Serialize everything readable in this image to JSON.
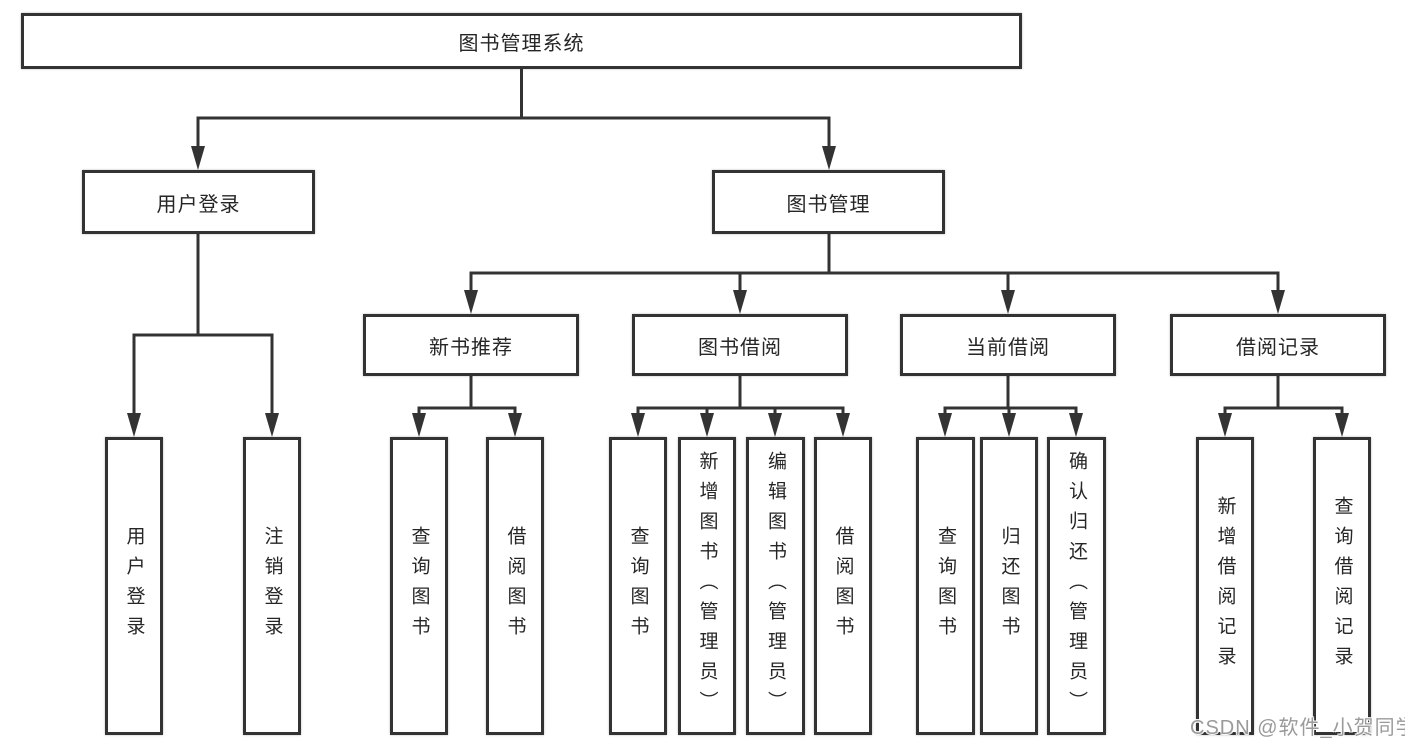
{
  "watermark": "CSDN @软件_小贺同学",
  "colors": {
    "line": "#333333",
    "box_border": "#333333",
    "text": "#262626",
    "watermark": "#9a9a9a",
    "background": "#ffffff"
  },
  "nodes": {
    "root": {
      "label": "图书管理系统"
    },
    "user_login": {
      "label": "用户登录"
    },
    "book_management": {
      "label": "图书管理"
    },
    "new_book_recommend": {
      "label": "新书推荐"
    },
    "book_borrow": {
      "label": "图书借阅"
    },
    "current_borrow": {
      "label": "当前借阅"
    },
    "borrow_records": {
      "label": "借阅记录"
    },
    "leaf_user_login": {
      "label": "用户登录"
    },
    "leaf_logout": {
      "label": "注销登录"
    },
    "leaf_query_book_1": {
      "label": "查询图书"
    },
    "leaf_borrow_book_1": {
      "label": "借阅图书"
    },
    "leaf_query_book_2": {
      "label": "查询图书"
    },
    "leaf_add_book_admin": {
      "label": "新增图书（管理员）"
    },
    "leaf_edit_book_admin": {
      "label": "编辑图书（管理员）"
    },
    "leaf_borrow_book_2": {
      "label": "借阅图书"
    },
    "leaf_query_book_3": {
      "label": "查询图书"
    },
    "leaf_return_book": {
      "label": "归还图书"
    },
    "leaf_confirm_return_admin": {
      "label": "确认归还（管理员）"
    },
    "leaf_add_borrow_record": {
      "label": "新增借阅记录"
    },
    "leaf_query_borrow_record": {
      "label": "查询借阅记录"
    }
  }
}
